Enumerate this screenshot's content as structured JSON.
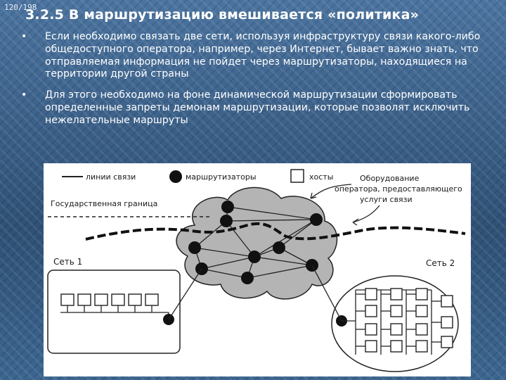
{
  "slide": {
    "counter": "120/198",
    "title": "3.2.5 В маршрутизацию вмешивается «политика»",
    "bullets": [
      "Если необходимо связать две сети, используя инфраструктуру связи какого-либо общедоступного оператора, например, через Интернет, бывает важно знать, что отправляемая информация не пойдет через маршрутизаторы, находящиеся на территории другой страны",
      "Для этого необходимо на фоне динамической маршрутизации сформировать определенные запреты демонам маршрутизации, которые позволят исключить нежелательные маршруты"
    ],
    "bullet_symbol": "•"
  },
  "diagram": {
    "legend": {
      "lines": "линии связи",
      "routers": "маршрутизаторы",
      "hosts": "хосты"
    },
    "labels": {
      "border": "Государственная граница",
      "operator_line1": "Оборудование",
      "operator_line2": "оператора, предоставляющего",
      "operator_line3": "услуги связи",
      "net1": "Сеть 1",
      "net2": "Сеть 2"
    },
    "colors": {
      "cloud": "#b4b4b4",
      "router": "#111111",
      "line": "#222222"
    }
  }
}
